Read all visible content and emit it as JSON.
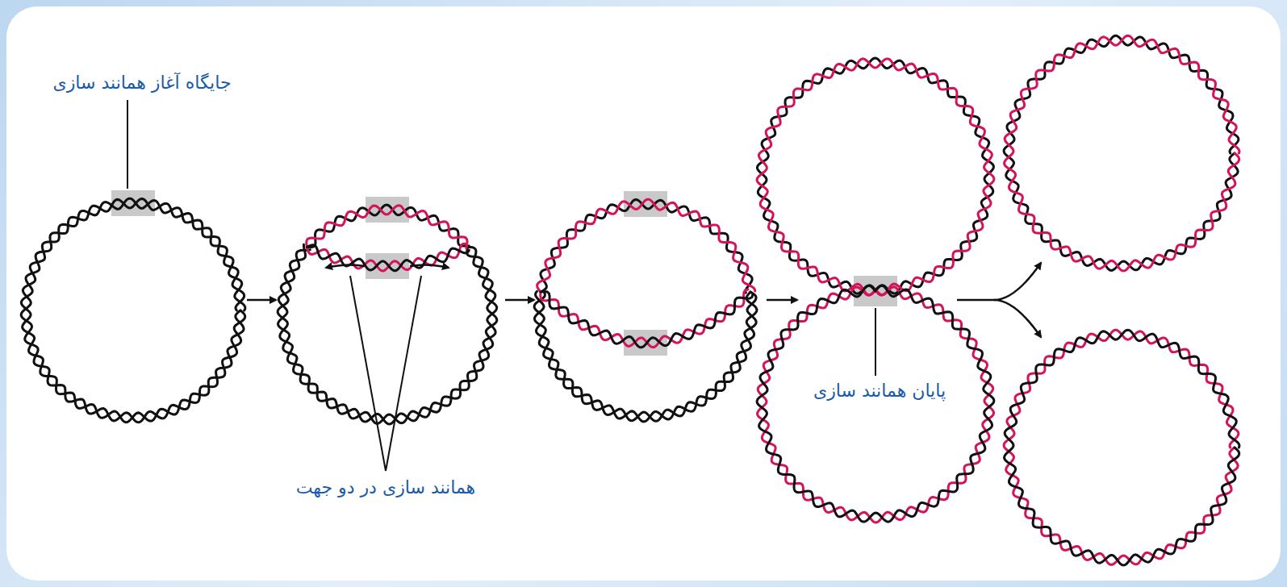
{
  "diagram": {
    "labels": [
      "جایگاه آغاز همانند سازی",
      "همانند سازی در دو جهت",
      "پایان همانند سازی"
    ]
  }
}
